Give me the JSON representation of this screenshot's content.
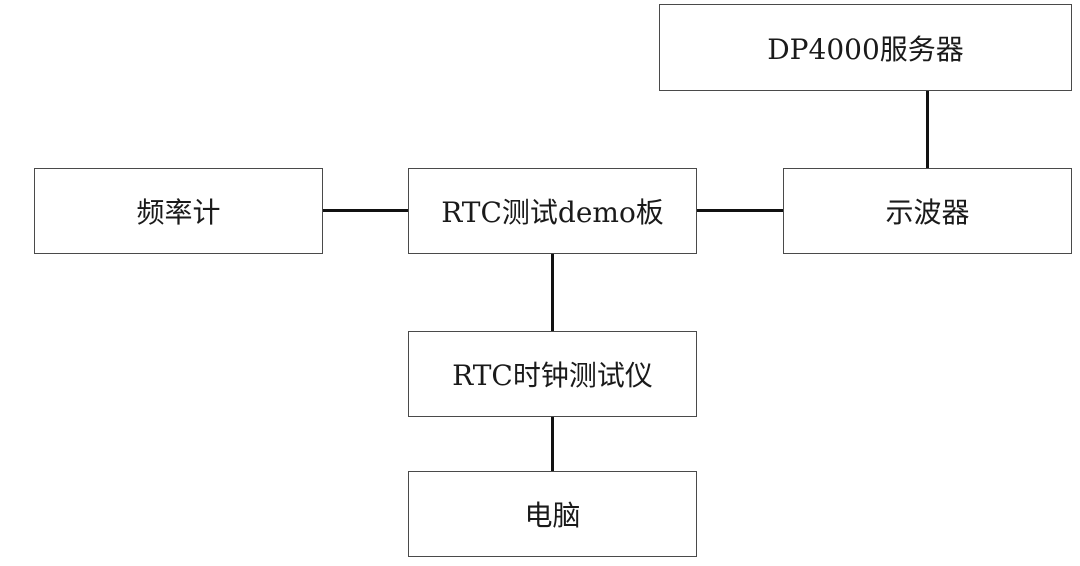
{
  "nodes": {
    "server": "DP4000服务器",
    "frequency_counter": "频率计",
    "demo_board": "RTC测试demo板",
    "oscilloscope": "示波器",
    "rtc_tester": "RTC时钟测试仪",
    "computer": "电脑"
  },
  "connections": [
    [
      "frequency_counter",
      "demo_board"
    ],
    [
      "demo_board",
      "oscilloscope"
    ],
    [
      "server",
      "oscilloscope"
    ],
    [
      "demo_board",
      "rtc_tester"
    ],
    [
      "rtc_tester",
      "computer"
    ]
  ],
  "colors": {
    "box_border": "#4a4a4a",
    "connector": "#111111",
    "text": "#1a1a1a",
    "background": "#ffffff"
  }
}
